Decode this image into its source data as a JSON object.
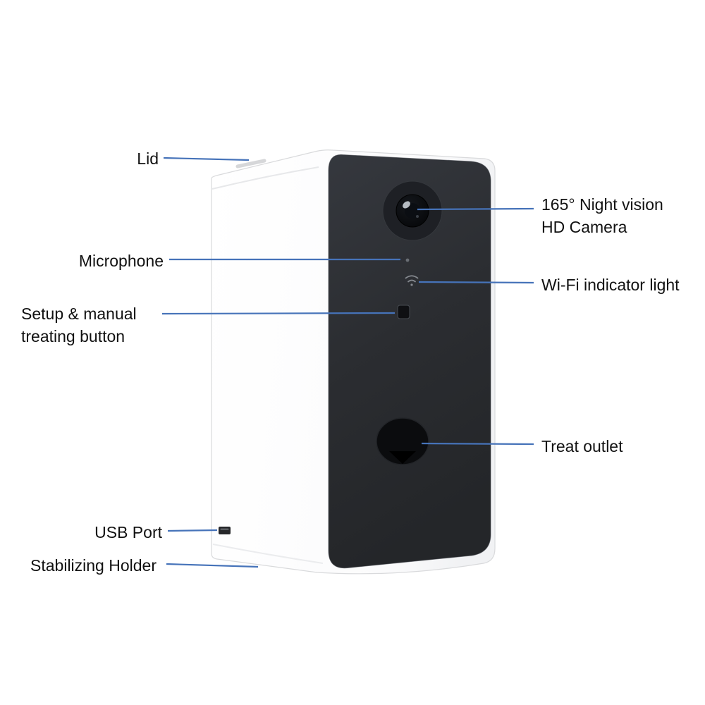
{
  "colors": {
    "accent": "#4673b9",
    "panel_dark": "#2b2d31",
    "body_white": "#ffffff"
  },
  "labels": {
    "lid": "Lid",
    "microphone": "Microphone",
    "setup_button": "Setup & manual\ntreating button",
    "usb_port": "USB Port",
    "stabilizing_holder": "Stabilizing Holder",
    "camera": "165° Night vision\nHD Camera",
    "wifi_indicator": "Wi-Fi indicator light",
    "treat_outlet": "Treat outlet"
  }
}
